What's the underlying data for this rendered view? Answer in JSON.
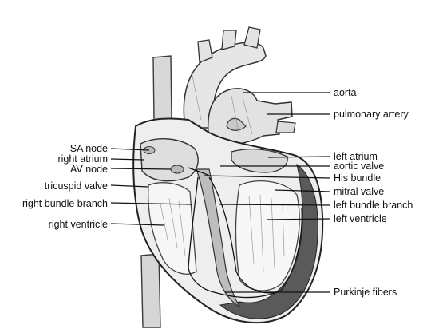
{
  "diagram": {
    "left_labels": [
      "SA node",
      "right atrium",
      "AV node",
      "tricuspid valve",
      "right bundle branch",
      "right ventricle"
    ],
    "right_labels": [
      "aorta",
      "pulmonary artery",
      "left atrium",
      "aortic valve",
      "His bundle",
      "mitral valve",
      "left bundle branch",
      "left ventricle",
      "Purkinje fibers"
    ]
  }
}
